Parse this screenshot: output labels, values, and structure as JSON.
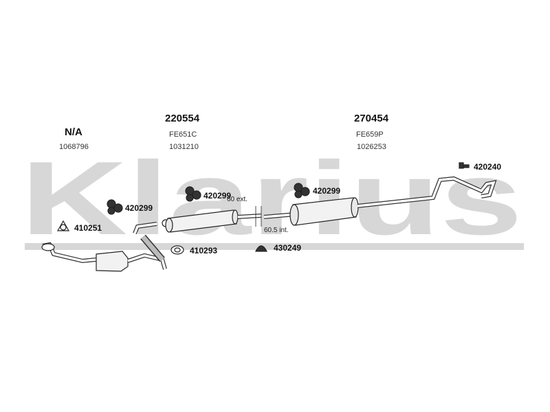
{
  "watermark": {
    "text": "Klarius",
    "color": "#d7d7d7"
  },
  "parts": [
    {
      "id": "na",
      "number": "N/A",
      "sub": "1068796"
    },
    {
      "id": "220554",
      "number": "220554",
      "sub": "FE651C",
      "sub2": "1031210"
    },
    {
      "id": "270454",
      "number": "270454",
      "sub": "FE659P",
      "sub2": "1026253"
    }
  ],
  "fittings": [
    {
      "code": "410251"
    },
    {
      "code": "420299"
    },
    {
      "code": "420299"
    },
    {
      "code": "410293"
    },
    {
      "code": "420299"
    },
    {
      "code": "430249"
    },
    {
      "code": "420240"
    }
  ],
  "annotations": {
    "ext": "60 ext.",
    "int": "60.5 int."
  }
}
